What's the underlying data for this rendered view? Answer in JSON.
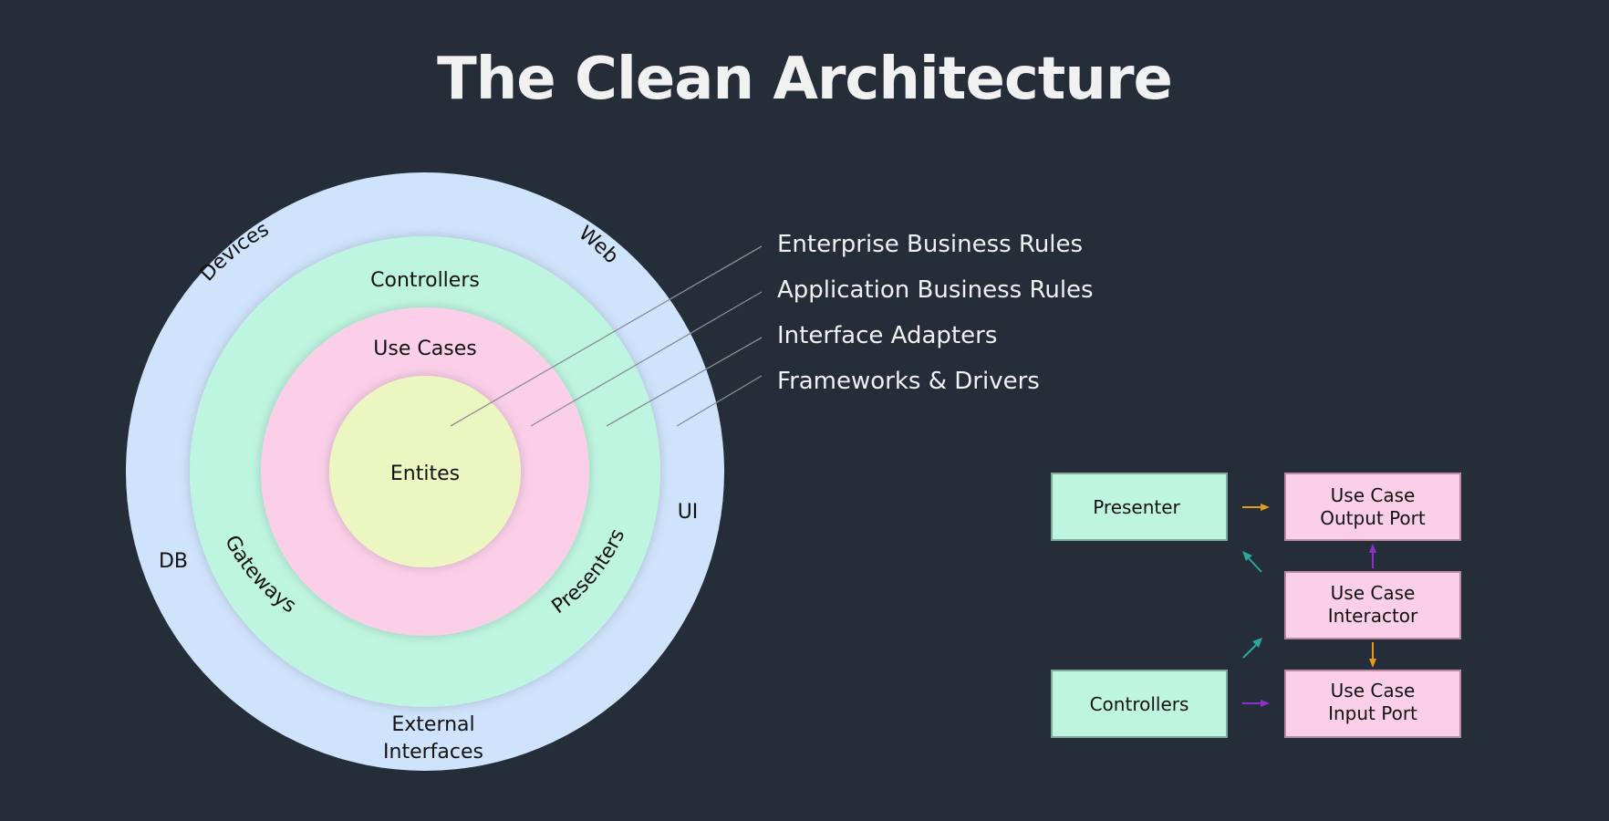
{
  "title": "The Clean Architecture",
  "colors": {
    "background": "#252d38",
    "frameworks_ring": "#cfe3fc",
    "adapters_ring": "#bef5e1",
    "application_ring": "#fbcfe8",
    "entities_core": "#ecf6c0",
    "arrow_orange": "#e39a1f",
    "arrow_purple": "#8e2fc9",
    "arrow_teal": "#2aa7a0",
    "leader_line": "#8a8f96"
  },
  "circles": {
    "entities": "Entites",
    "use_cases": "Use Cases",
    "controllers": "Controllers",
    "gateways": "Gateways",
    "presenters": "Presenters",
    "devices": "Devices",
    "web": "Web",
    "ui": "UI",
    "db": "DB",
    "external_line1": "External",
    "external_line2": "Interfaces"
  },
  "legend": [
    "Enterprise Business Rules",
    "Application Business Rules",
    "Interface Adapters",
    "Frameworks & Drivers"
  ],
  "flow": {
    "presenter": "Presenter",
    "controllers": "Controllers",
    "output_port_line1": "Use Case",
    "output_port_line2": "Output Port",
    "interactor_line1": "Use Case",
    "interactor_line2": "Interactor",
    "input_port_line1": "Use Case",
    "input_port_line2": "Input Port"
  }
}
